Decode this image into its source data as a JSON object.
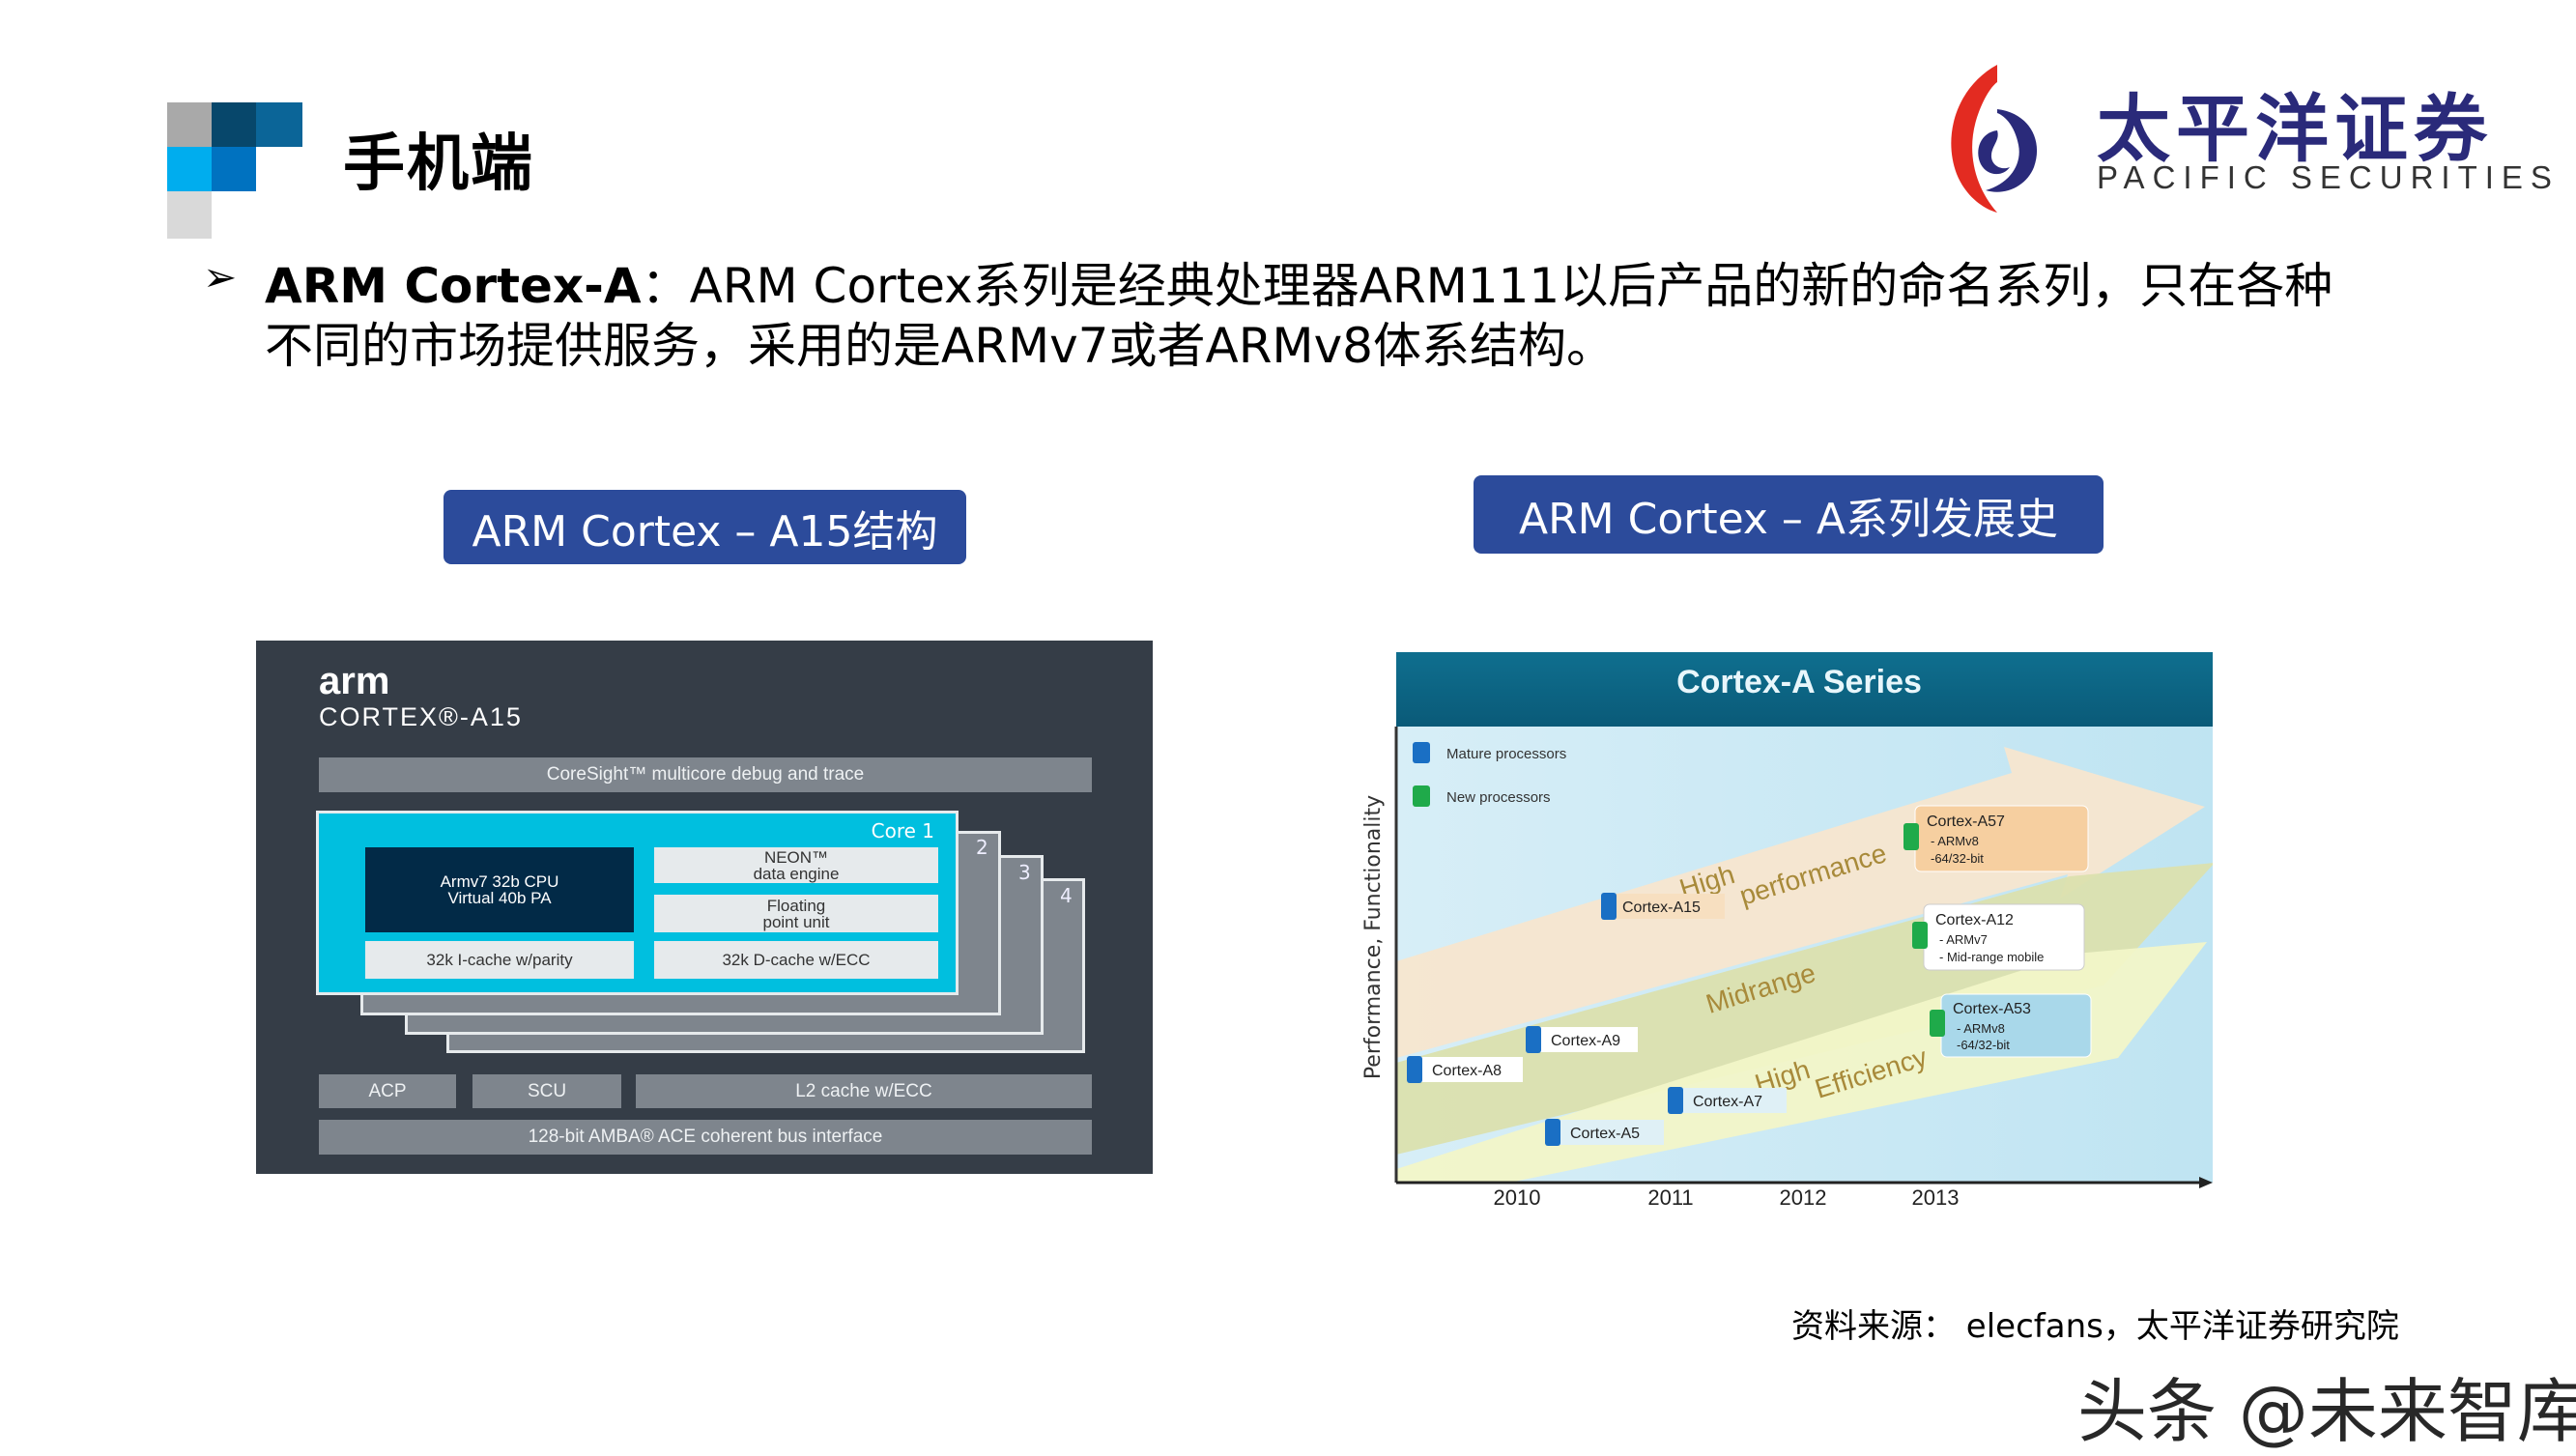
{
  "header": {
    "title": "手机端",
    "logo": {
      "name_cn": "太平洋证券",
      "name_en": "PACIFIC SECURITIES"
    },
    "deco_colors": [
      "#a9a9a9",
      "#07476b",
      "#0b6598",
      "#00adee",
      "#0072c0",
      "#d9d9d9"
    ]
  },
  "bullet": {
    "marker": "➢",
    "term": "ARM Cortex-A",
    "line1": "：ARM Cortex系列是经典处理器ARM111以后产品的新的命名系列，只在各种",
    "line2": "不同的市场提供服务，采用的是ARMv7或者ARMv8体系结构。"
  },
  "captions": {
    "left": "ARM Cortex – A15结构",
    "right": "ARM Cortex – A系列发展史",
    "color": "#2c4b9b"
  },
  "a15": {
    "brand": "arm",
    "product": "CORTEX®-A15",
    "coresight": "CoreSight™ multicore debug and trace",
    "core_label": "Core 1",
    "core_numbers": [
      "2",
      "3",
      "4"
    ],
    "cpu": [
      "Armv7 32b CPU",
      "Virtual 40b PA"
    ],
    "neon": [
      "NEON™",
      "data engine"
    ],
    "fpu": [
      "Floating",
      "point unit"
    ],
    "icache": "32k I-cache w/parity",
    "dcache": "32k D-cache w/ECC",
    "acp": "ACP",
    "scu": "SCU",
    "l2": "L2 cache w/ECC",
    "bus": "128-bit AMBA® ACE coherent bus interface"
  },
  "series_chart": {
    "title": "Cortex-A Series",
    "ylabel": "Performance, Functionality",
    "years": [
      "2010",
      "2011",
      "2012",
      "2013"
    ],
    "legend": [
      {
        "label": "Mature processors",
        "color": "#1a6fc4"
      },
      {
        "label": "New processors",
        "color": "#1faa4a"
      }
    ],
    "bands": [
      "High performance",
      "Midrange",
      "High Efficiency"
    ],
    "band_text": {
      "hp1": "High",
      "hp2": "performance",
      "mid": "Midrange",
      "he1": "High",
      "he2": "Efficiency"
    },
    "processors": {
      "a15": "Cortex-A15",
      "a9": "Cortex-A9",
      "a8": "Cortex-A8",
      "a7": "Cortex-A7",
      "a5": "Cortex-A5",
      "a57": {
        "name": "Cortex-A57",
        "l1": "- ARMv8",
        "l2": "-64/32-bit"
      },
      "a12": {
        "name": "Cortex-A12",
        "l1": "- ARMv7",
        "l2": "- Mid-range mobile"
      },
      "a53": {
        "name": "Cortex-A53",
        "l1": "- ARMv8",
        "l2": "-64/32-bit"
      }
    }
  },
  "footer": {
    "source": "资料来源：  elecfans，太平洋证券研究院"
  },
  "watermark": "头条 @未来智库"
}
